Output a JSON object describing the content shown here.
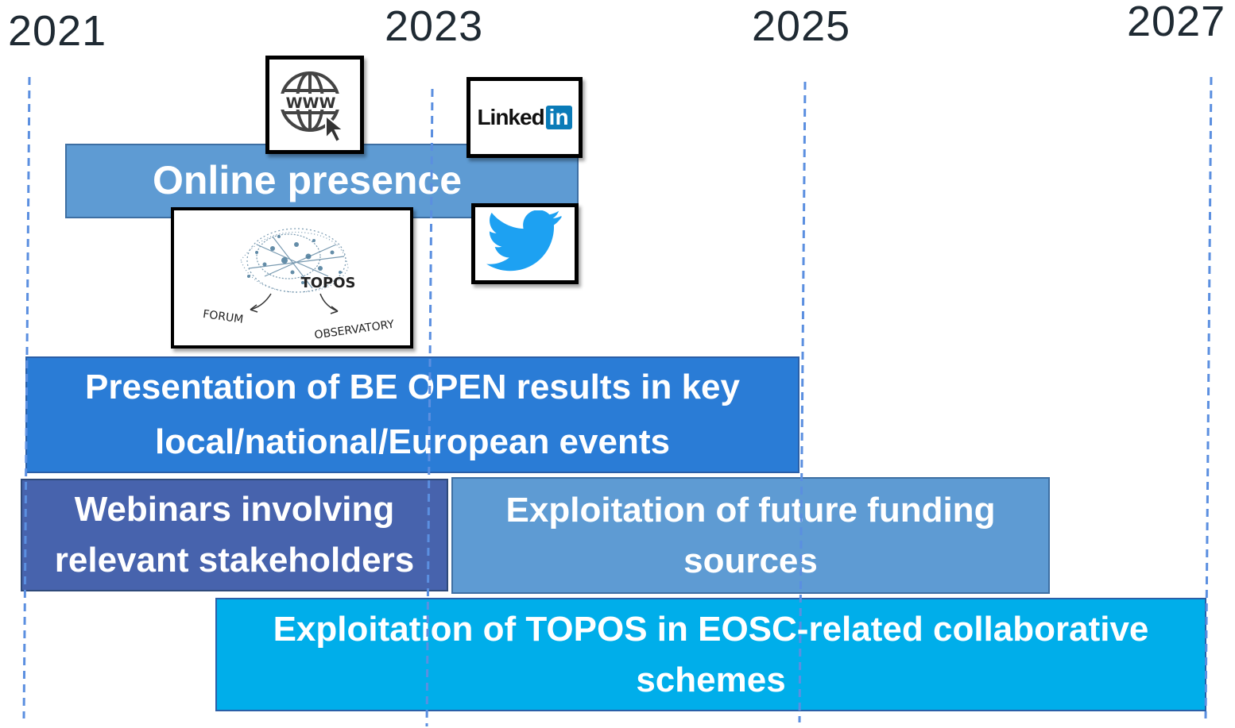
{
  "timeline": {
    "years": [
      "2021",
      "2023",
      "2025",
      "2027"
    ]
  },
  "bars": {
    "online_presence": "Online presence",
    "presentation_line1": "Presentation of BE OPEN results in key",
    "presentation_line2": "local/national/European events",
    "webinars_line1": "Webinars involving",
    "webinars_line2": "relevant stakeholders",
    "funding_line1": "Exploitation of future funding",
    "funding_line2": "sources",
    "topos_line1": "Exploitation of TOPOS in EOSC-related collaborative",
    "topos_line2": "schemes"
  },
  "icons": {
    "www_label": "WWW",
    "linkedin_text": "Linked",
    "linkedin_in": "in",
    "topos_label": "TOPOS",
    "topos_forum": "FORUM",
    "topos_observatory": "OBSERVATORY",
    "names": [
      "globe-www-icon",
      "linkedin-icon",
      "twitter-icon",
      "topos-logo-icon"
    ]
  },
  "colors": {
    "online_presence": "#5e9bd3",
    "presentation": "#2a7cd6",
    "webinars": "#4763ad",
    "funding": "#5e9bd3",
    "topos": "#00aeea",
    "gridline": "#5b8fe0",
    "twitter": "#1da1f2",
    "linkedin": "#0a7bb8"
  }
}
